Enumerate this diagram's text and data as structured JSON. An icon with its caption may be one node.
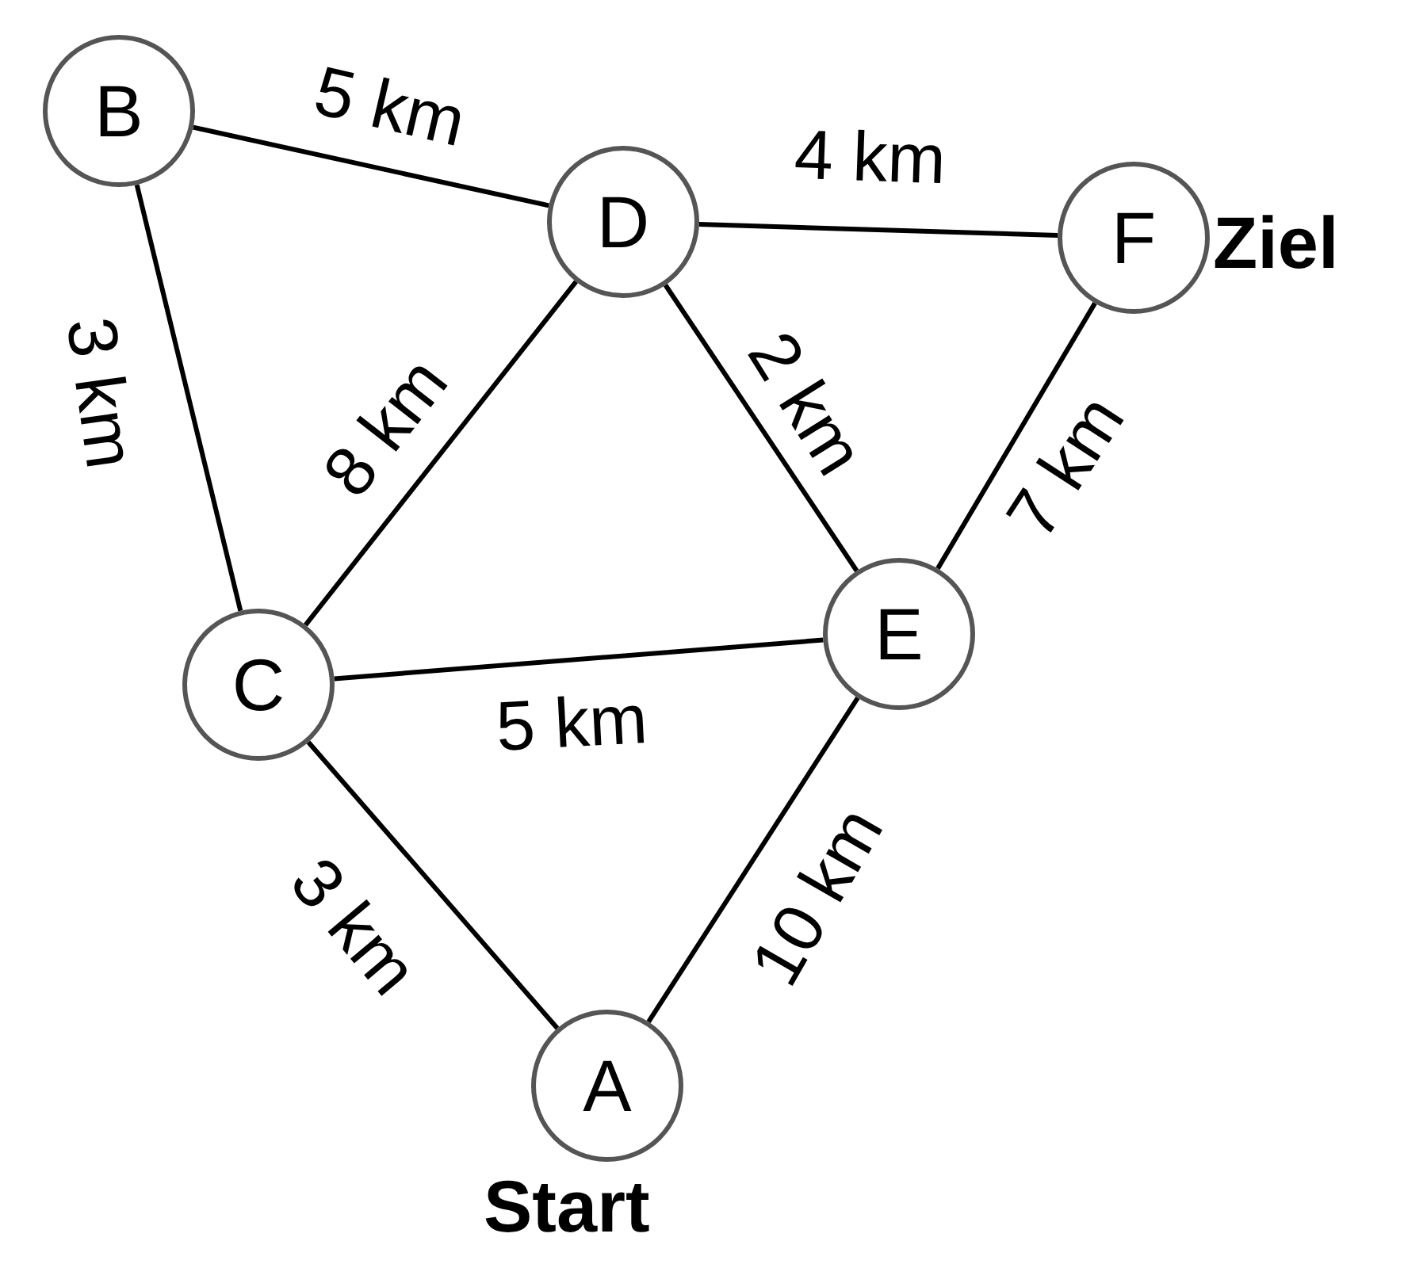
{
  "diagram": {
    "nodes": [
      {
        "text": [
          "B"
        ]
      },
      {
        "text": [
          "D"
        ]
      },
      {
        "text": [
          "F"
        ],
        "beside": [
          "Ziel"
        ]
      },
      {
        "text": [
          "C"
        ]
      },
      {
        "text": [
          "E"
        ]
      },
      {
        "text": [
          "A"
        ],
        "beside": [
          "Start"
        ]
      }
    ],
    "edges": [
      {
        "from": 0,
        "to": 1,
        "arrow": "none",
        "label": "5 km"
      },
      {
        "from": 1,
        "to": 2,
        "arrow": "none",
        "label": "4 km"
      },
      {
        "from": 0,
        "to": 3,
        "arrow": "none",
        "label": "3 km"
      },
      {
        "from": 3,
        "to": 1,
        "arrow": "none",
        "label": "8 km"
      },
      {
        "from": 1,
        "to": 4,
        "arrow": "none",
        "label": "2 km"
      },
      {
        "from": 4,
        "to": 2,
        "arrow": "none",
        "label": "7 km"
      },
      {
        "from": 3,
        "to": 4,
        "arrow": "none",
        "label": "5 km"
      },
      {
        "from": 3,
        "to": 5,
        "arrow": "none",
        "label": "3 km"
      },
      {
        "from": 5,
        "to": 4,
        "arrow": "none",
        "label": "10 km"
      }
    ]
  }
}
